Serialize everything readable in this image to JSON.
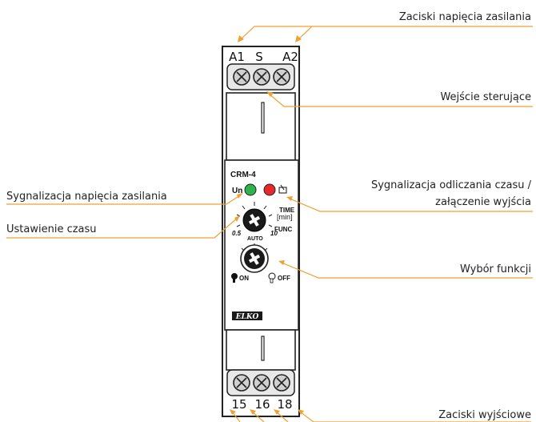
{
  "callouts": {
    "supply_terminals": "Zaciski napięcia zasilania",
    "control_input": "Wejście sterujące",
    "timing_signal_line1": "Sygnalizacja odliczania czasu /",
    "timing_signal_line2": "załączenie wyjścia",
    "supply_signal": "Sygnalizacja napięcia zasilania",
    "time_setting": "Ustawienie czasu",
    "function_select": "Wybór funkcji",
    "output_terminals": "Zaciski wyjściowe"
  },
  "device": {
    "model": "CRM-4",
    "led_un_label": "Un",
    "time_label": "TIME",
    "time_unit": "[min]",
    "time_min": "0.5",
    "time_max": "10",
    "func_label": "FUNC",
    "auto_label": "AUTO",
    "on_label": "ON",
    "off_label": "OFF",
    "brand": "ELKO",
    "led_un_color": "#2db34a",
    "led_relay_color": "#e8262b"
  },
  "terminals": {
    "top": [
      "A1",
      "S",
      "A2"
    ],
    "bottom": [
      "15",
      "16",
      "18"
    ]
  },
  "colors": {
    "leader": "#f0a030"
  }
}
